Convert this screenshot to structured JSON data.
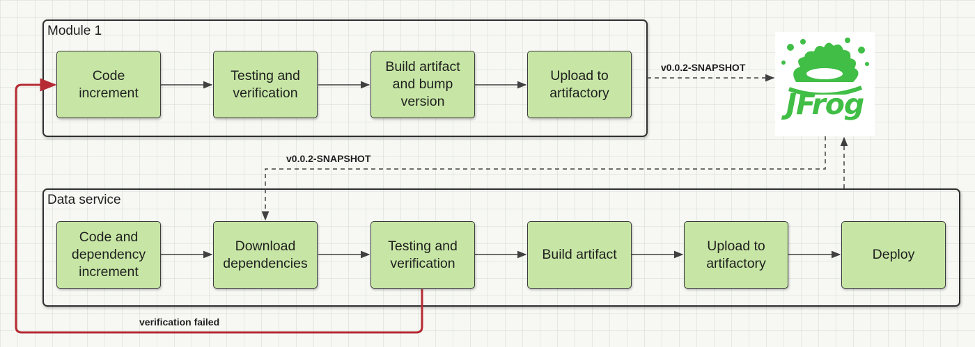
{
  "module": {
    "title": "Module 1",
    "steps": [
      "Code\nincrement",
      "Testing and\nverification",
      "Build artifact\nand bump\nversion",
      "Upload to\nartifactory"
    ]
  },
  "service": {
    "title": "Data service",
    "steps": [
      "Code and\ndependency\nincrement",
      "Download\ndependencies",
      "Testing and\nverification",
      "Build artifact",
      "Upload to\nartifactory",
      "Deploy"
    ]
  },
  "edges": {
    "upload_version": "v0.0.2-SNAPSHOT",
    "download_version": "v0.0.2-SNAPSHOT",
    "failure": "verification failed"
  },
  "logo": {
    "text": "JFrog",
    "color": "#40be46"
  },
  "colors": {
    "step_fill": "#c7e6a5",
    "failure_line": "#b52a33",
    "line": "#404040"
  }
}
